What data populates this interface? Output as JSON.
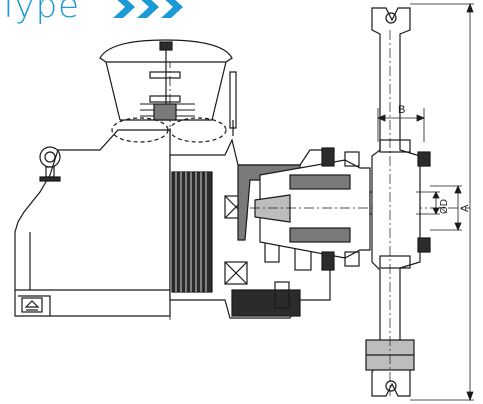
{
  "header": {
    "word": "Type",
    "accent_color": "#1a9bd6"
  },
  "dimensions": {
    "a": "A",
    "b": "B",
    "d": "ØD"
  },
  "drawing": {
    "line_color": "#1a1a1a",
    "fill_dark": "#2b2b2b",
    "fill_mid": "#7a7a7a",
    "fill_light": "#bdbdbd"
  }
}
